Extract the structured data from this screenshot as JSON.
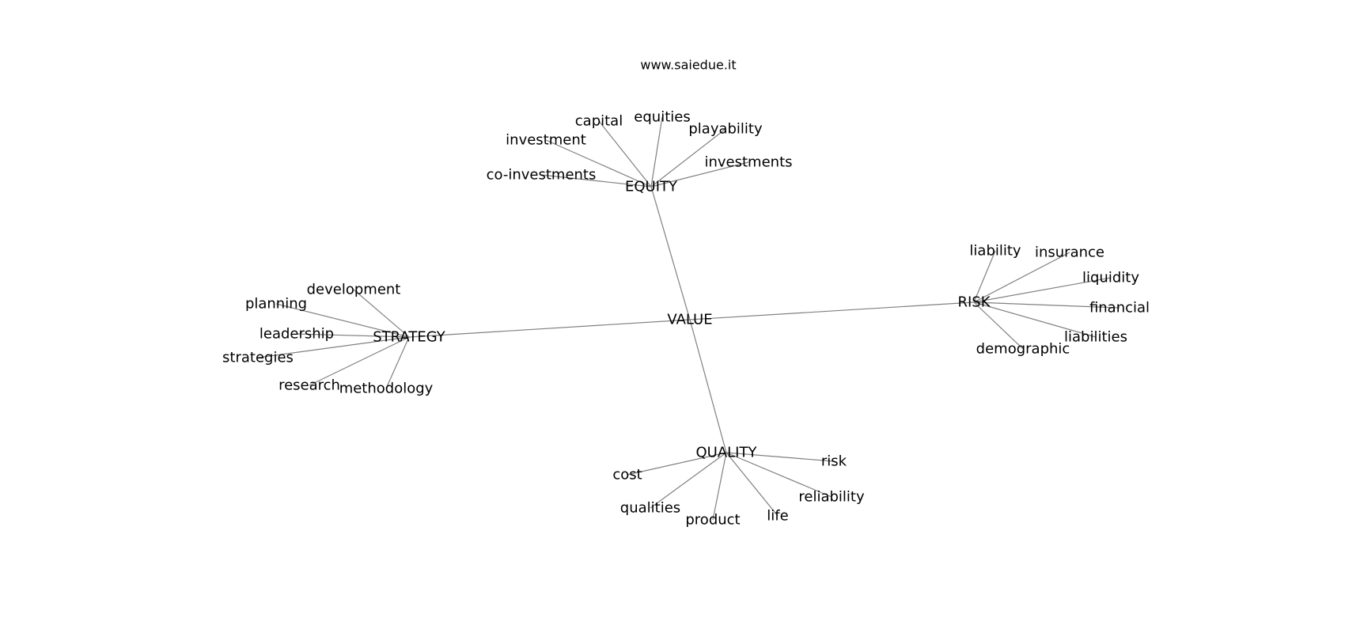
{
  "site": "www.saiedue.it",
  "center": "VALUE",
  "hubs": [
    {
      "id": "equity",
      "label": "EQUITY",
      "leaves": [
        {
          "id": "capital",
          "label": "capital"
        },
        {
          "id": "equities",
          "label": "equities"
        },
        {
          "id": "playability",
          "label": "playability"
        },
        {
          "id": "investment",
          "label": "investment"
        },
        {
          "id": "investments",
          "label": "investments"
        },
        {
          "id": "co-investments",
          "label": "co-investments"
        }
      ]
    },
    {
      "id": "risk",
      "label": "RISK",
      "leaves": [
        {
          "id": "liability",
          "label": "liability"
        },
        {
          "id": "insurance",
          "label": "insurance"
        },
        {
          "id": "liquidity",
          "label": "liquidity"
        },
        {
          "id": "financial",
          "label": "financial"
        },
        {
          "id": "liabilities",
          "label": "liabilities"
        },
        {
          "id": "demographic",
          "label": "demographic"
        }
      ]
    },
    {
      "id": "strategy",
      "label": "STRATEGY",
      "leaves": [
        {
          "id": "development",
          "label": "development"
        },
        {
          "id": "planning",
          "label": "planning"
        },
        {
          "id": "leadership",
          "label": "leadership"
        },
        {
          "id": "strategies",
          "label": "strategies"
        },
        {
          "id": "research",
          "label": "research"
        },
        {
          "id": "methodology",
          "label": "methodology"
        }
      ]
    },
    {
      "id": "quality",
      "label": "QUALITY",
      "leaves": [
        {
          "id": "risk-term",
          "label": "risk"
        },
        {
          "id": "cost",
          "label": "cost"
        },
        {
          "id": "reliability",
          "label": "reliability"
        },
        {
          "id": "qualities",
          "label": "qualities"
        },
        {
          "id": "product",
          "label": "product"
        },
        {
          "id": "life",
          "label": "life"
        }
      ]
    }
  ]
}
